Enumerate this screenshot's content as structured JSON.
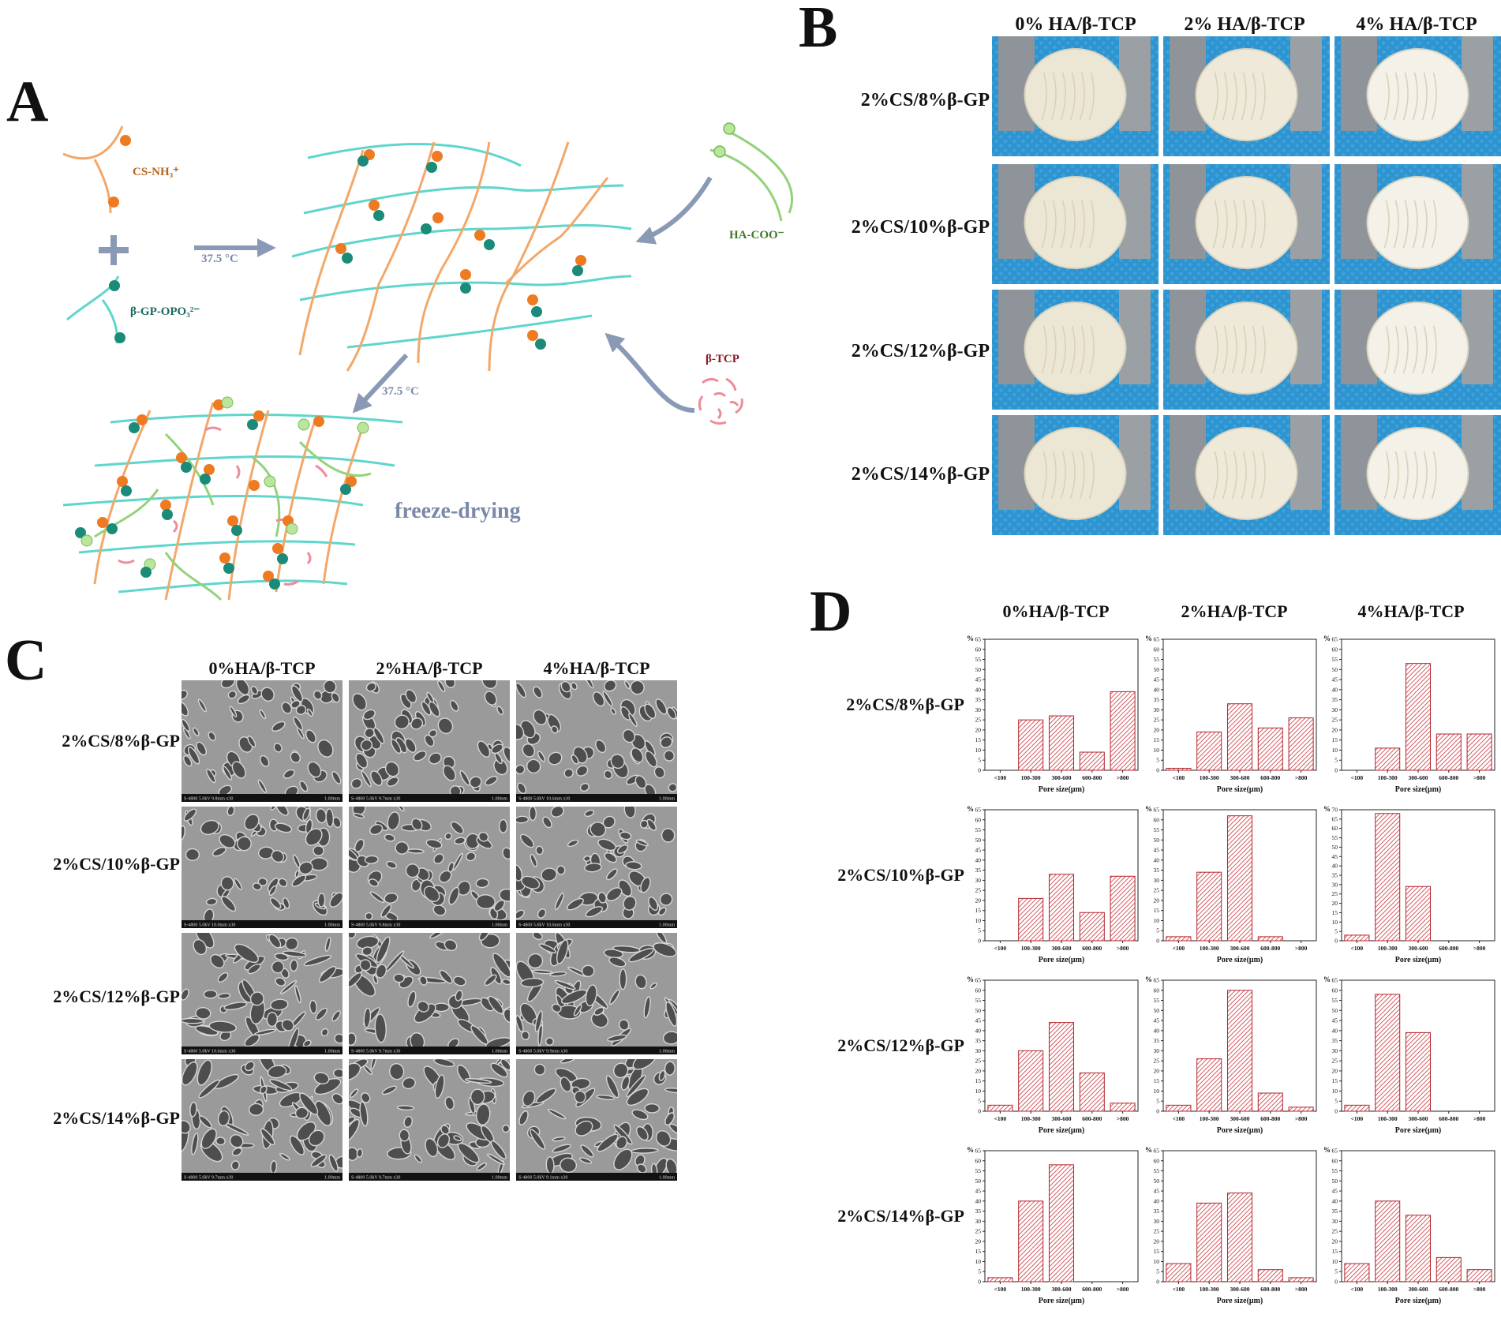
{
  "panels": {
    "a": "A",
    "b": "B",
    "c": "C",
    "d": "D"
  },
  "scheme": {
    "cs_label": "CS-NH₃⁺",
    "gp_label": "β-GP-OPO₃²⁻",
    "ha_label": "HA-COO⁻",
    "tcp_label": "β-TCP",
    "temp1": "37.5 °C",
    "temp2": "37.5 °C",
    "freeze": "freeze-drying",
    "colors": {
      "cs": "#f2a86a",
      "cs_dot": "#ee7a22",
      "gp": "#5fd6cc",
      "gp_dot": "#1b8a78",
      "ha": "#94d27a",
      "ha_dot": "#b9e69a",
      "tcp": "#ee8c98",
      "arrow": "#8a9ab6"
    }
  },
  "photos": {
    "columns": [
      "0% HA/β-TCP",
      "2% HA/β-TCP",
      "4% HA/β-TCP"
    ],
    "rows": [
      "2%CS/8%β-GP",
      "2%CS/10%β-GP",
      "2%CS/12%β-GP",
      "2%CS/14%β-GP"
    ]
  },
  "sem": {
    "columns": [
      "0%HA/β-TCP",
      "2%HA/β-TCP",
      "4%HA/β-TCP"
    ],
    "rows": [
      "2%CS/8%β-GP",
      "2%CS/10%β-GP",
      "2%CS/12%β-GP",
      "2%CS/14%β-GP"
    ],
    "captions": [
      [
        "S-4800 5.0kV 9.8mm x30",
        "S-4800 5.0kV 9.7mm x30",
        "S-4800 5.0kV 10.6mm x30"
      ],
      [
        "S-4800 5.0kV 10.0mm x30",
        "S-4800 5.0kV 9.8mm x30",
        "S-4800 5.0kV 10.6mm x30"
      ],
      [
        "S-4800 5.0kV 10.6mm x30",
        "S-4800 5.0kV 9.7mm x30",
        "S-4800 5.0kV 9.9mm x30"
      ],
      [
        "S-4800 5.0kV 9.7mm x30",
        "S-4800 5.0kV 9.7mm x30",
        "S-4800 5.0kV 9.1mm x30"
      ]
    ],
    "scale": "1.00mm"
  },
  "hist": {
    "columns": [
      "0%HA/β-TCP",
      "2%HA/β-TCP",
      "4%HA/β-TCP"
    ],
    "rows": [
      "2%CS/8%β-GP",
      "2%CS/10%β-GP",
      "2%CS/12%β-GP",
      "2%CS/14%β-GP"
    ]
  },
  "chart_data": [
    {
      "type": "bar",
      "row": 0,
      "col": 0,
      "categories": [
        "<100",
        "100-300",
        "300-600",
        "600-800",
        ">800"
      ],
      "values": [
        0,
        25,
        27,
        9,
        39
      ],
      "ylabel": "%",
      "xlabel": "Pore size(μm)",
      "ylim": [
        0,
        65
      ],
      "yticks": [
        0,
        5,
        10,
        15,
        20,
        25,
        30,
        35,
        40,
        45,
        50,
        55,
        60,
        65
      ]
    },
    {
      "type": "bar",
      "row": 0,
      "col": 1,
      "categories": [
        "<100",
        "100-300",
        "300-600",
        "600-800",
        ">800"
      ],
      "values": [
        1,
        19,
        33,
        21,
        26
      ],
      "ylabel": "%",
      "xlabel": "Pore size(μm)",
      "ylim": [
        0,
        65
      ],
      "yticks": [
        0,
        5,
        10,
        15,
        20,
        25,
        30,
        35,
        40,
        45,
        50,
        55,
        60,
        65
      ]
    },
    {
      "type": "bar",
      "row": 0,
      "col": 2,
      "categories": [
        "<100",
        "100-300",
        "300-600",
        "600-800",
        ">800"
      ],
      "values": [
        0,
        11,
        53,
        18,
        18
      ],
      "ylabel": "%",
      "xlabel": "Pore size(μm)",
      "ylim": [
        0,
        65
      ],
      "yticks": [
        0,
        5,
        10,
        15,
        20,
        25,
        30,
        35,
        40,
        45,
        50,
        55,
        60,
        65
      ]
    },
    {
      "type": "bar",
      "row": 1,
      "col": 0,
      "categories": [
        "<100",
        "100-300",
        "300-600",
        "600-800",
        ">800"
      ],
      "values": [
        0,
        21,
        33,
        14,
        32
      ],
      "ylabel": "%",
      "xlabel": "Pore size(μm)",
      "ylim": [
        0,
        65
      ],
      "yticks": [
        0,
        5,
        10,
        15,
        20,
        25,
        30,
        35,
        40,
        45,
        50,
        55,
        60,
        65
      ]
    },
    {
      "type": "bar",
      "row": 1,
      "col": 1,
      "categories": [
        "<100",
        "100-300",
        "300-600",
        "600-800",
        ">800"
      ],
      "values": [
        2,
        34,
        62,
        2,
        0
      ],
      "ylabel": "%",
      "xlabel": "Pore size(μm)",
      "ylim": [
        0,
        65
      ],
      "yticks": [
        0,
        5,
        10,
        15,
        20,
        25,
        30,
        35,
        40,
        45,
        50,
        55,
        60,
        65
      ]
    },
    {
      "type": "bar",
      "row": 1,
      "col": 2,
      "categories": [
        "<100",
        "100-300",
        "300-600",
        "600-800",
        ">800"
      ],
      "values": [
        3,
        68,
        29,
        0,
        0
      ],
      "ylabel": "%",
      "xlabel": "Pore size(μm)",
      "ylim": [
        0,
        70
      ],
      "yticks": [
        0,
        5,
        10,
        15,
        20,
        25,
        30,
        35,
        40,
        45,
        50,
        55,
        60,
        65,
        70
      ]
    },
    {
      "type": "bar",
      "row": 2,
      "col": 0,
      "categories": [
        "<100",
        "100-300",
        "300-600",
        "600-800",
        ">800"
      ],
      "values": [
        3,
        30,
        44,
        19,
        4
      ],
      "ylabel": "%",
      "xlabel": "Pore size(μm)",
      "ylim": [
        0,
        65
      ],
      "yticks": [
        0,
        5,
        10,
        15,
        20,
        25,
        30,
        35,
        40,
        45,
        50,
        55,
        60,
        65
      ]
    },
    {
      "type": "bar",
      "row": 2,
      "col": 1,
      "categories": [
        "<100",
        "100-300",
        "300-600",
        "600-800",
        ">800"
      ],
      "values": [
        3,
        26,
        60,
        9,
        2
      ],
      "ylabel": "%",
      "xlabel": "Pore size(μm)",
      "ylim": [
        0,
        65
      ],
      "yticks": [
        0,
        5,
        10,
        15,
        20,
        25,
        30,
        35,
        40,
        45,
        50,
        55,
        60,
        65
      ]
    },
    {
      "type": "bar",
      "row": 2,
      "col": 2,
      "categories": [
        "<100",
        "100-300",
        "300-600",
        "600-800",
        ">800"
      ],
      "values": [
        3,
        58,
        39,
        0,
        0
      ],
      "ylabel": "%",
      "xlabel": "Pore size(μm)",
      "ylim": [
        0,
        65
      ],
      "yticks": [
        0,
        5,
        10,
        15,
        20,
        25,
        30,
        35,
        40,
        45,
        50,
        55,
        60,
        65
      ]
    },
    {
      "type": "bar",
      "row": 3,
      "col": 0,
      "categories": [
        "<100",
        "100-300",
        "300-600",
        "600-800",
        ">800"
      ],
      "values": [
        2,
        40,
        58,
        0,
        0
      ],
      "ylabel": "%",
      "xlabel": "Pore size(μm)",
      "ylim": [
        0,
        65
      ],
      "yticks": [
        0,
        5,
        10,
        15,
        20,
        25,
        30,
        35,
        40,
        45,
        50,
        55,
        60,
        65
      ]
    },
    {
      "type": "bar",
      "row": 3,
      "col": 1,
      "categories": [
        "<100",
        "100-300",
        "300-600",
        "600-800",
        ">800"
      ],
      "values": [
        9,
        39,
        44,
        6,
        2
      ],
      "ylabel": "%",
      "xlabel": "Pore size(μm)",
      "ylim": [
        0,
        65
      ],
      "yticks": [
        0,
        5,
        10,
        15,
        20,
        25,
        30,
        35,
        40,
        45,
        50,
        55,
        60,
        65
      ]
    },
    {
      "type": "bar",
      "row": 3,
      "col": 2,
      "categories": [
        "<100",
        "100-300",
        "300-600",
        "600-800",
        ">800"
      ],
      "values": [
        9,
        40,
        33,
        12,
        6
      ],
      "ylabel": "%",
      "xlabel": "Pore size(μm)",
      "ylim": [
        0,
        65
      ],
      "yticks": [
        0,
        5,
        10,
        15,
        20,
        25,
        30,
        35,
        40,
        45,
        50,
        55,
        60,
        65
      ]
    }
  ]
}
